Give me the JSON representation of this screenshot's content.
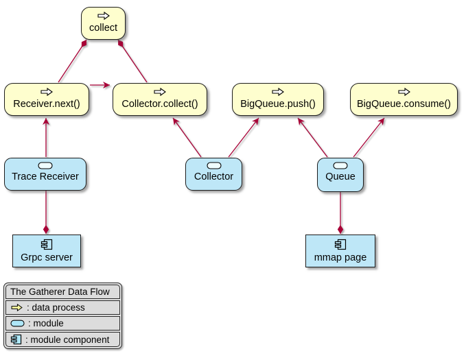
{
  "colors": {
    "process_fill": "#FEFECE",
    "module_fill": "#BEE7F7",
    "edge": "#A80036",
    "legend_bg": "#DDDDDD"
  },
  "nodes": {
    "collect": "collect",
    "receiver_next": "Receiver.next()",
    "collector_collect": "Collector.collect()",
    "bigqueue_push": "BigQueue.push()",
    "bigqueue_consume": "BigQueue.consume()",
    "trace_receiver": "Trace Receiver",
    "collector": "Collector",
    "queue": "Queue",
    "grpc_server": "Grpc server",
    "mmap_page": "mmap page"
  },
  "legend": {
    "title": "The Gatherer Data Flow",
    "items": [
      {
        "icon": "data-process-arrow-icon",
        "label": ": data process"
      },
      {
        "icon": "module-oval-icon",
        "label": ": module"
      },
      {
        "icon": "module-component-icon",
        "label": ": module component"
      }
    ]
  }
}
